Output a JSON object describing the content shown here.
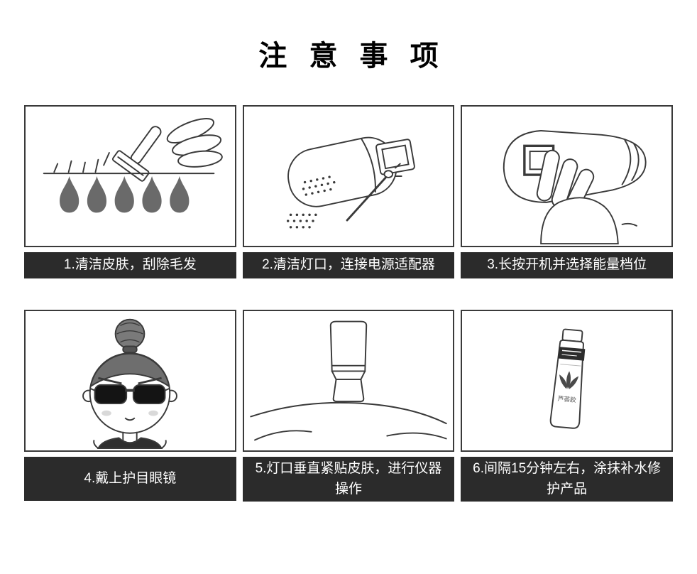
{
  "title": "注 意 事 项",
  "steps": [
    {
      "id": 1,
      "caption": "1.清洁皮肤，刮除毛发",
      "illustration": "shaving-razor-illustration"
    },
    {
      "id": 2,
      "caption": "2.清洁灯口，连接电源适配器",
      "illustration": "clean-lamp-swab-illustration"
    },
    {
      "id": 3,
      "caption": "3.长按开机并选择能量档位",
      "illustration": "press-power-button-illustration"
    },
    {
      "id": 4,
      "caption": "4.戴上护目眼镜",
      "illustration": "girl-goggles-illustration"
    },
    {
      "id": 5,
      "caption": "5.灯口垂直紧贴皮肤，进行仪器操作",
      "illustration": "device-on-skin-illustration"
    },
    {
      "id": 6,
      "caption": "6.间隔15分钟左右，涂抹补水修护产品",
      "illustration": "aloe-gel-tube-illustration"
    }
  ],
  "labels": {
    "aloe_tube": "芦荟胶"
  },
  "colors": {
    "caption_bg": "#2b2b2b",
    "caption_text": "#ffffff",
    "box_border": "#3a3a3a",
    "line_art": "#3a3a3a",
    "page_bg": "#ffffff"
  }
}
